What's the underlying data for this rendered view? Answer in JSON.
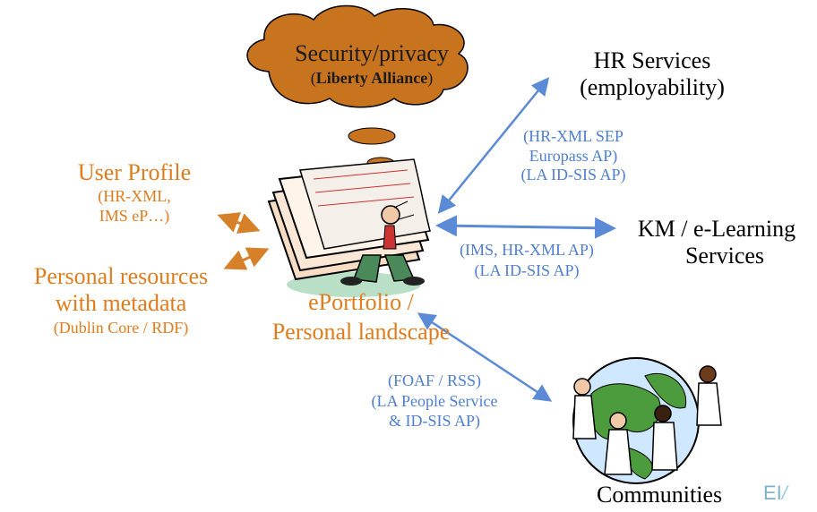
{
  "security": {
    "title": "Security/privacy",
    "paren_open": "(",
    "bold": "Liberty Alliance",
    "paren_close": ")"
  },
  "hr_services": {
    "line1": "HR Services",
    "line2": "(employability)"
  },
  "hr_standards": {
    "line1": "(HR-XML SEP",
    "line2": "Europass AP)",
    "line3": "(LA ID-SIS AP)"
  },
  "user_profile": {
    "title": "User Profile",
    "line1": "(HR-XML,",
    "line2": "IMS eP…)"
  },
  "personal_resources": {
    "line1": "Personal resources",
    "line2": "with metadata",
    "line3": "(Dublin Core / RDF)"
  },
  "km_services": {
    "line1": "KM / e-Learning",
    "line2": "Services"
  },
  "km_standards": {
    "line1": "(IMS, HR-XML AP)",
    "line2": "(LA ID-SIS AP)"
  },
  "eportfolio": {
    "line1": "ePortfolio /",
    "line2": "Personal landscape"
  },
  "communities_standards": {
    "line1": "(FOAF / RSS)",
    "line2": "(LA People Service",
    "line3": "& ID-SIS AP)"
  },
  "communities": {
    "label": "Communities"
  },
  "logo": {
    "text": "EI"
  },
  "colors": {
    "orange": "#e07c1c",
    "blue": "#4f7fd0",
    "cloud_fill": "#c8741e",
    "arrow_orange": "#d6802a",
    "arrow_blue": "#5b8ad6"
  }
}
